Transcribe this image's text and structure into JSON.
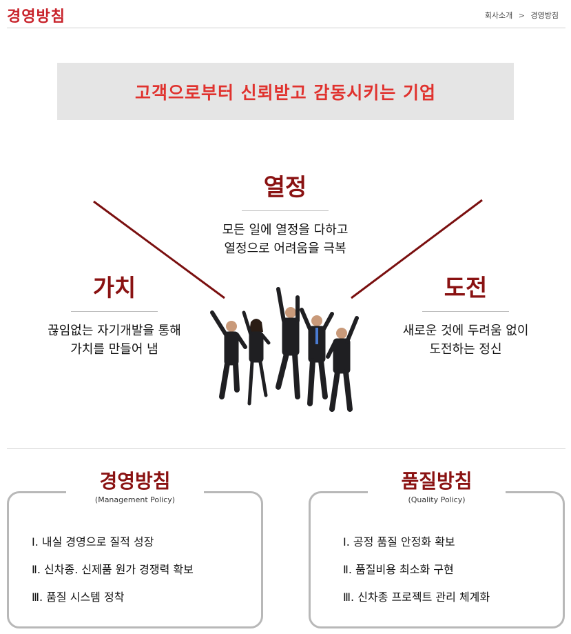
{
  "header": {
    "title": "경영방침",
    "breadcrumb": [
      "회사소개",
      ">",
      "경영방침"
    ]
  },
  "slogan": "고객으로부터  신뢰받고  감동시키는  기업",
  "values": {
    "passion": {
      "title": "열정",
      "desc": [
        "모든 일에 열정을  다하고",
        "열정으로 어려움을 극복"
      ]
    },
    "value": {
      "title": "가치",
      "desc": [
        "끊임없는 자기개발을 통해",
        "가치를 만들어 냄"
      ]
    },
    "challenge": {
      "title": "도전",
      "desc": [
        "새로운 것에 두려움 없이",
        "도전하는 정신"
      ]
    }
  },
  "policies": {
    "management": {
      "title": "경영방침",
      "subtitle": "(Management Policy)",
      "items": [
        "Ⅰ. 내실 경영으로 질적 성장",
        "Ⅱ. 신차종. 신제품 원가 경쟁력 확보",
        "Ⅲ. 품질 시스템 정착"
      ]
    },
    "quality": {
      "title": "품질방침",
      "subtitle": "(Quality Policy)",
      "items": [
        "Ⅰ.  공정 품질 안정화 확보",
        "Ⅱ. 품질비용 최소화 구현",
        "Ⅲ. 신차종 프로젝트 관리 체계화"
      ]
    }
  },
  "colors": {
    "accent": "#c8232b",
    "slogan": "#e0322e",
    "heading": "#8a1212",
    "line": "#7a0f0f"
  },
  "image": {
    "icon": "jumping-business-people"
  }
}
